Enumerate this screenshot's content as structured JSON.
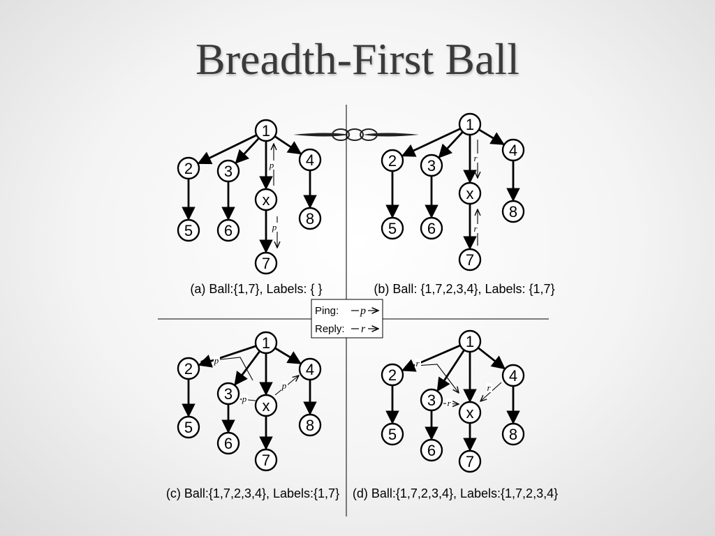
{
  "title": "Breadth-First Ball",
  "legend": {
    "ping_label": "Ping:",
    "reply_label": "Reply:",
    "ping_symbol": "p",
    "reply_symbol": "r"
  },
  "panels": [
    {
      "id": "a",
      "caption": "(a) Ball:{1,7}, Labels: { }",
      "nodes": [
        "1",
        "2",
        "3",
        "4",
        "x",
        "5",
        "6",
        "7",
        "8"
      ],
      "tree_edges": [
        [
          "1",
          "2"
        ],
        [
          "1",
          "3"
        ],
        [
          "1",
          "x"
        ],
        [
          "1",
          "4"
        ],
        [
          "2",
          "5"
        ],
        [
          "3",
          "6"
        ],
        [
          "x",
          "7"
        ],
        [
          "4",
          "8"
        ]
      ],
      "messages": [
        {
          "from": "x",
          "to": "1",
          "label": "p"
        },
        {
          "from": "x",
          "to": "7",
          "label": "p"
        }
      ]
    },
    {
      "id": "b",
      "caption": "(b) Ball: {1,7,2,3,4}, Labels: {1,7}",
      "nodes": [
        "1",
        "2",
        "3",
        "4",
        "x",
        "5",
        "6",
        "7",
        "8"
      ],
      "tree_edges": [
        [
          "1",
          "2"
        ],
        [
          "1",
          "3"
        ],
        [
          "1",
          "x"
        ],
        [
          "1",
          "4"
        ],
        [
          "2",
          "5"
        ],
        [
          "3",
          "6"
        ],
        [
          "x",
          "7"
        ],
        [
          "4",
          "8"
        ]
      ],
      "messages": [
        {
          "from": "1",
          "to": "x",
          "label": "r"
        },
        {
          "from": "7",
          "to": "x",
          "label": "r"
        }
      ]
    },
    {
      "id": "c",
      "caption": "(c) Ball:{1,7,2,3,4}, Labels:{1,7}",
      "nodes": [
        "1",
        "2",
        "3",
        "4",
        "x",
        "5",
        "6",
        "7",
        "8"
      ],
      "tree_edges": [
        [
          "1",
          "2"
        ],
        [
          "1",
          "3"
        ],
        [
          "1",
          "x"
        ],
        [
          "1",
          "4"
        ],
        [
          "2",
          "5"
        ],
        [
          "3",
          "6"
        ],
        [
          "x",
          "7"
        ],
        [
          "4",
          "8"
        ]
      ],
      "messages": [
        {
          "from": "x",
          "to": "2",
          "label": "p"
        },
        {
          "from": "x",
          "to": "3",
          "label": "p"
        },
        {
          "from": "x",
          "to": "4",
          "label": "p"
        }
      ]
    },
    {
      "id": "d",
      "caption": "(d) Ball:{1,7,2,3,4}, Labels:{1,7,2,3,4}",
      "nodes": [
        "1",
        "2",
        "3",
        "4",
        "x",
        "5",
        "6",
        "7",
        "8"
      ],
      "tree_edges": [
        [
          "1",
          "2"
        ],
        [
          "1",
          "3"
        ],
        [
          "1",
          "x"
        ],
        [
          "1",
          "4"
        ],
        [
          "2",
          "5"
        ],
        [
          "3",
          "6"
        ],
        [
          "x",
          "7"
        ],
        [
          "4",
          "8"
        ]
      ],
      "messages": [
        {
          "from": "2",
          "to": "x",
          "label": "r"
        },
        {
          "from": "3",
          "to": "x",
          "label": "r"
        },
        {
          "from": "4",
          "to": "x",
          "label": "r"
        }
      ]
    }
  ]
}
